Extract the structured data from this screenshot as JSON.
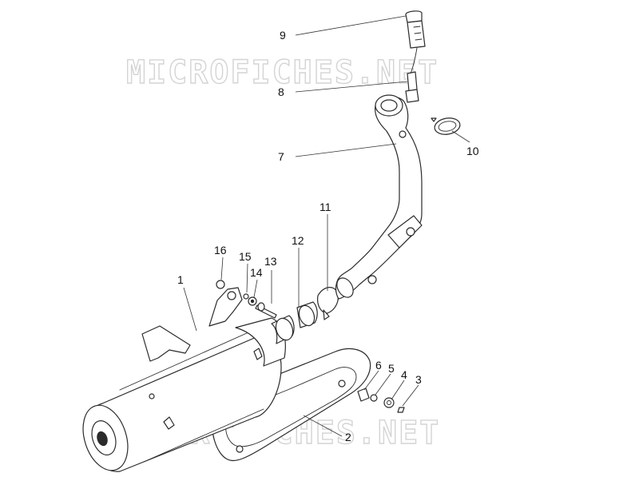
{
  "watermark": "MICROFICHES.NET",
  "callouts": [
    {
      "id": "1",
      "label": "1"
    },
    {
      "id": "2",
      "label": "2"
    },
    {
      "id": "3",
      "label": "3"
    },
    {
      "id": "4",
      "label": "4"
    },
    {
      "id": "5",
      "label": "5"
    },
    {
      "id": "6",
      "label": "6"
    },
    {
      "id": "7",
      "label": "7"
    },
    {
      "id": "8",
      "label": "8"
    },
    {
      "id": "9",
      "label": "9"
    },
    {
      "id": "10",
      "label": "10"
    },
    {
      "id": "11",
      "label": "11"
    },
    {
      "id": "12",
      "label": "12"
    },
    {
      "id": "13",
      "label": "13"
    },
    {
      "id": "14",
      "label": "14"
    },
    {
      "id": "15",
      "label": "15"
    },
    {
      "id": "16",
      "label": "16"
    }
  ]
}
